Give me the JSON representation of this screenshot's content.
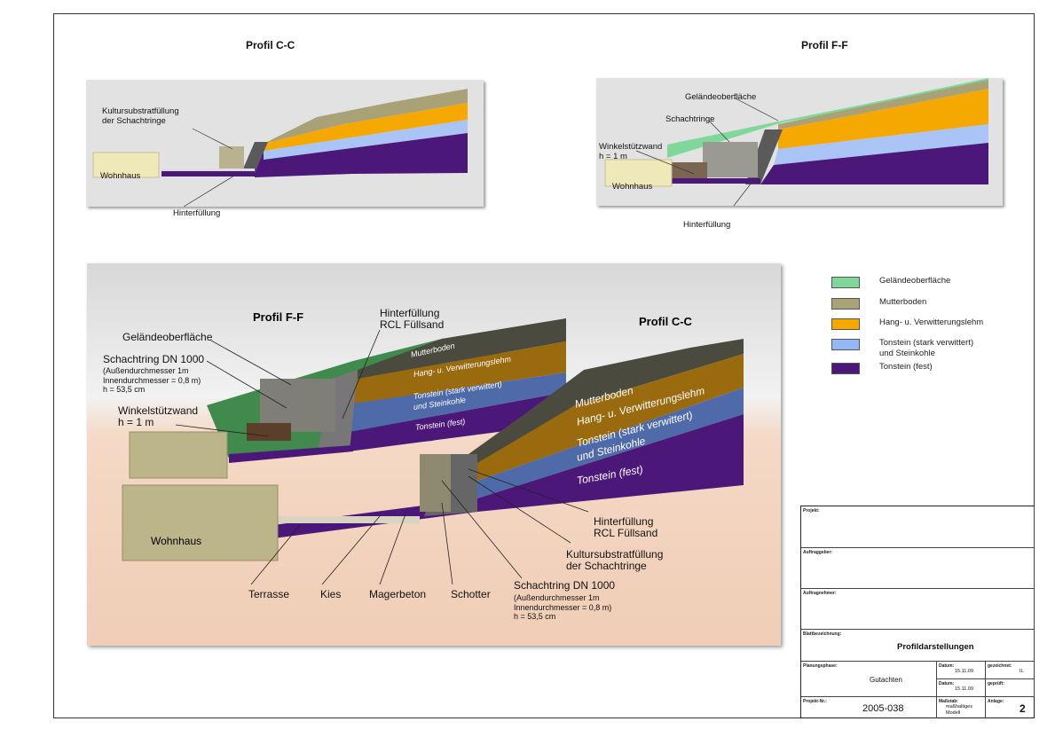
{
  "profile_cc": {
    "title": "Profil C-C",
    "labels": {
      "kultur": "Kultursubstratfüllung\nder Schachtringe",
      "wohnhaus": "Wohnhaus",
      "hinter": "Hinterfüllung"
    }
  },
  "profile_ff": {
    "title": "Profil F-F",
    "labels": {
      "gelaende": "Geländeoberfläche",
      "schacht": "Schachtringe",
      "winkel": "Winkelstützwand\nh = 1 m",
      "wohnhaus": "Wohnhaus",
      "hinter": "Hinterfüllung"
    }
  },
  "model": {
    "title_ff": "Profil  F-F",
    "title_cc": "Profil  C-C",
    "gelaende": "Geländeoberfläche",
    "schacht_title": "Schachtring DN 1000",
    "schacht_detail": "(Außendurchmesser 1m\nInnendurchmesser = 0,8 m)\nh = 53,5 cm",
    "winkel": "Winkelstützwand\nh = 1 m",
    "hinter": "Hinterfüllung\nRCL Füllsand",
    "layers_ff": [
      "Mutterboden",
      "Hang- u. Verwitterungslehm",
      "Tonstein (stark verwittert)",
      "und Steinkohle",
      "Tonstein (fest)"
    ],
    "layers_cc": [
      "Mutterboden",
      "Hang- u. Verwitterungslehm",
      "Tonstein (stark verwittert)",
      "und Steinkohle",
      "Tonstein (fest)"
    ],
    "wohnhaus": "Wohnhaus",
    "hinter2": "Hinterfüllung\nRCL Füllsand",
    "kultur": "Kultursubstratfüllung\nder Schachtringe",
    "terrasse": "Terrasse",
    "kies": "Kies",
    "magerbeton": "Magerbeton",
    "schotter": "Schotter",
    "schacht2_title": "Schachtring DN 1000",
    "schacht2_detail": "(Außendurchmesser 1m\nInnendurchmesser = 0,8 m)\nh = 53,5 cm"
  },
  "legend": [
    {
      "label": "Geländeoberfläche",
      "color": "#7fd89a"
    },
    {
      "label": "Mutterboden",
      "color": "#a9a276"
    },
    {
      "label": "Hang- u. Verwitterungslehm",
      "color": "#f5a800"
    },
    {
      "label": "Tonstein (stark verwittert)\nund Steinkohle",
      "color": "#93b8f5"
    },
    {
      "label": "Tonstein (fest)",
      "color": "#4b1879"
    }
  ],
  "title_block": {
    "projekt_label": "Projekt:",
    "auftraggeber_label": "Auftraggeber:",
    "auftragnehmer_label": "Auftragnehmer:",
    "blatt_label": "Blattbezeichnung:",
    "blatt_value": "Profildarstellungen",
    "phase_label": "Planungsphase:",
    "phase_value": "Gutachten",
    "datum_label": "Datum:",
    "datum1": "15.11.09",
    "datum2": "15.11.09",
    "gezeichnet_label": "gezeichnet:",
    "gezeichnet_value": "IL",
    "geprueft_label": "geprüft:",
    "projektnr_label": "Projekt-Nr.:",
    "projektnr_value": "2005-038",
    "massstab_label": "Maßstab:",
    "massstab_value": "maßhaltiges\nModell",
    "anlage_label": "Anlage:",
    "anlage_value": "2"
  }
}
